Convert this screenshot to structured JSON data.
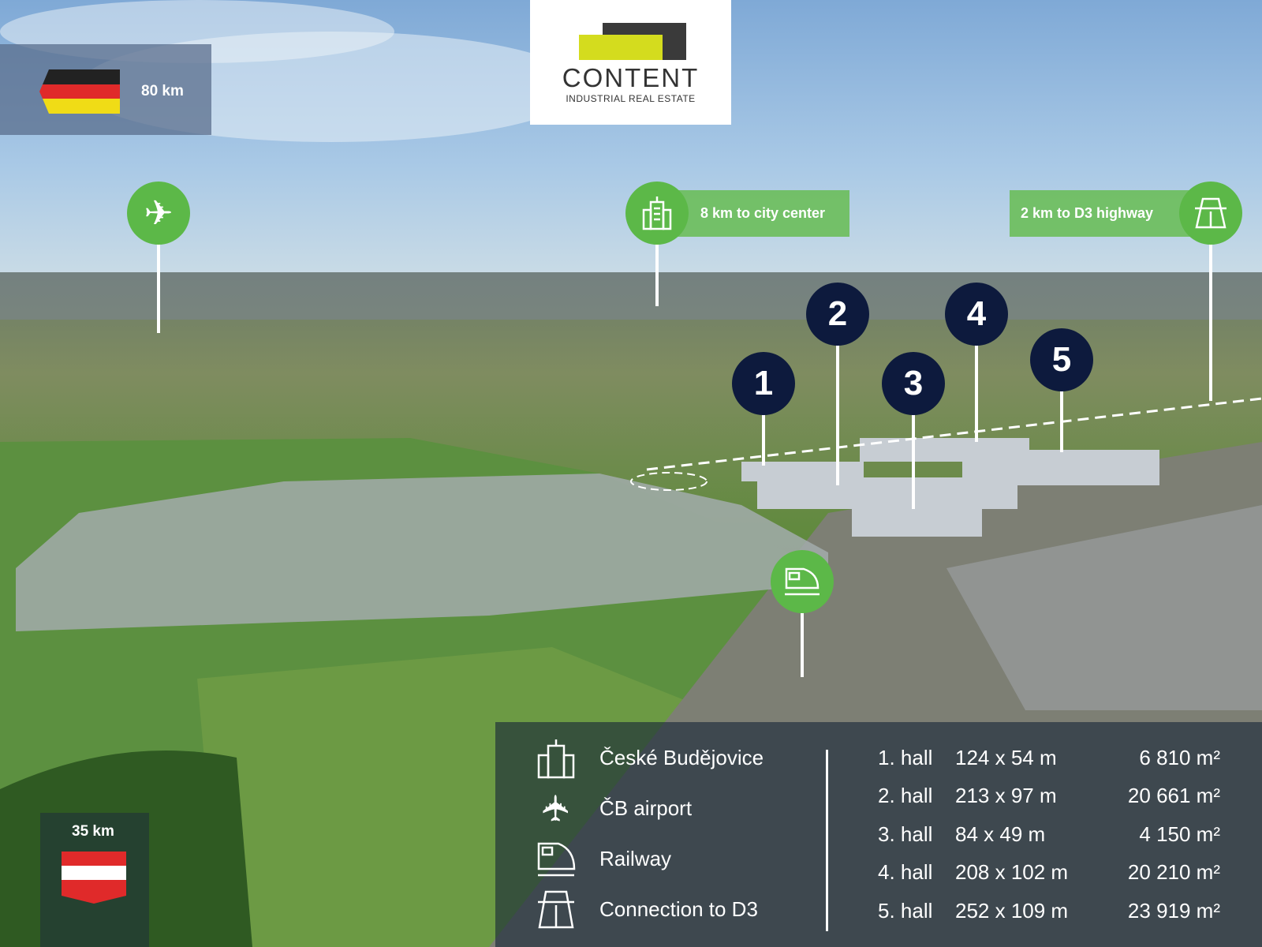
{
  "distances": {
    "germany": "80 km",
    "austria": "35 km"
  },
  "logo": {
    "name": "CONTENT",
    "tagline": "INDUSTRIAL REAL ESTATE"
  },
  "markers": {
    "city": "8 km to city center",
    "highway": "2 km to D3 highway"
  },
  "halls_markers": [
    "1",
    "2",
    "3",
    "4",
    "5"
  ],
  "legend": [
    {
      "icon": "city-building-icon",
      "label": "České Budějovice"
    },
    {
      "icon": "airplane-icon",
      "label": "ČB airport"
    },
    {
      "icon": "train-icon",
      "label": "Railway"
    },
    {
      "icon": "highway-icon",
      "label": "Connection to D3"
    }
  ],
  "halls": [
    {
      "name": "1. hall",
      "dims": "124 x 54 m",
      "area": "6 810 m²"
    },
    {
      "name": "2. hall",
      "dims": "213 x 97 m",
      "area": "20 661 m²"
    },
    {
      "name": "3. hall",
      "dims": "84 x 49 m",
      "area": "4 150 m²"
    },
    {
      "name": "4. hall",
      "dims": "208 x 102 m",
      "area": "20 210 m²"
    },
    {
      "name": "5. hall",
      "dims": "252 x 109 m",
      "area": "23 919 m²"
    }
  ],
  "colors": {
    "green": "#5cb848",
    "navy": "#0d1a3d",
    "lime": "#d4dc1e"
  }
}
